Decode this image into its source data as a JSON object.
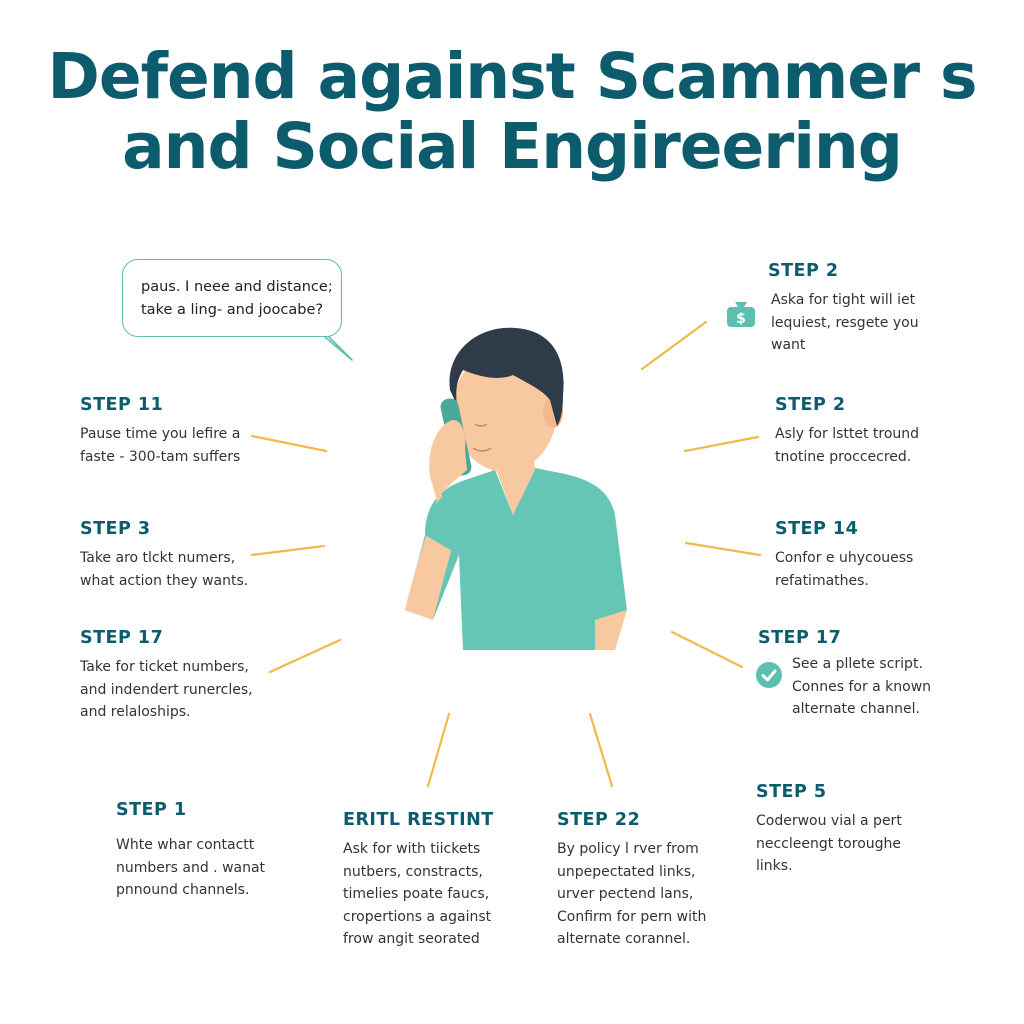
{
  "title": {
    "line1": "Defend against Scammer s",
    "line2": "and Social Engireering"
  },
  "bubble": {
    "line1": "paus. I neee and distance;",
    "line2": "take a ling- and joocabe?"
  },
  "steps": [
    {
      "head": "STEP 11",
      "lines": [
        "Pause time you lefire a",
        "faste - 300-tam suffers"
      ]
    },
    {
      "head": "STEP 3",
      "lines": [
        "Take aro tlckt numers,",
        "what action they wants."
      ]
    },
    {
      "head": "STEP 17",
      "lines": [
        "Take for ticket numbers,",
        "and indendert runercles,",
        "and relaloships."
      ]
    },
    {
      "head": "STEP 1",
      "lines": [
        "Whte whar contactt",
        "numbers and . wanat",
        "pnnound channels."
      ]
    },
    {
      "head": "ERITL RESTINT",
      "lines": [
        "Ask for with tiickets",
        "nutbers, constracts,",
        "timelies poate faucs,",
        "cropertions a against",
        "frow angit seorated"
      ]
    },
    {
      "head": "STEP 22",
      "lines": [
        "By policy l rver from",
        "unpepectated links,",
        "urver pectend lans,",
        "Confirm for pern with",
        "alternate corannel."
      ]
    },
    {
      "head": "STEP 2",
      "lines": [
        "Aska for tight will iet",
        "lequiest, resgete you",
        "want"
      ]
    },
    {
      "head": "STEP 2",
      "lines": [
        "Asly for lsttet tround",
        "tnotine proccecred."
      ]
    },
    {
      "head": "STEP 14",
      "lines": [
        "Confor e uhycouess",
        "refatimathes."
      ]
    },
    {
      "head": "STEP 17",
      "lines": [
        "See a pllete script.",
        "Connes for a known",
        "alternate channel."
      ]
    },
    {
      "head": "STEP 5",
      "lines": [
        "Coderwou vial a pert",
        "neccleengt toroughe",
        "links."
      ]
    }
  ],
  "colors": {
    "title": "#0d5c6e",
    "accent": "#5cbfb0",
    "shirt": "#66c6b5",
    "skin": "#f8c9a0",
    "hair": "#2f3b48",
    "ray": "#f0b94a"
  },
  "icons": {
    "step2_top": "money-bag-icon",
    "step17_right": "checkmark-icon"
  }
}
